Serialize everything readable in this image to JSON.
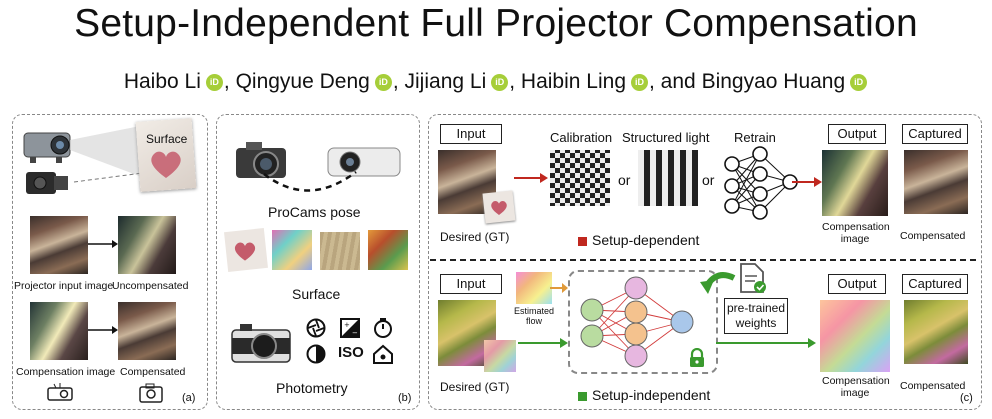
{
  "title": "Setup-Independent Full Projector Compensation",
  "authors": [
    "Haibo Li",
    "Qingyue Deng",
    "Jijiang Li",
    "Haibin Ling",
    "Bingyao Huang"
  ],
  "orcid_label": "iD",
  "author_sep": ",",
  "author_and": ", and",
  "panel_a": {
    "tag": "(a)",
    "surface_label": "Surface",
    "projector_input_label": "Projector input image",
    "uncompensated_label": "Uncompensated",
    "compensation_image_label": "Compensation image",
    "compensated_label": "Compensated"
  },
  "panel_b": {
    "tag": "(b)",
    "procams_pose": "ProCams pose",
    "surface": "Surface",
    "photometry": "Photometry",
    "iso_label": "ISO"
  },
  "panel_c": {
    "tag": "(c)",
    "top": {
      "input": "Input",
      "desired": "Desired (GT)",
      "calibration": "Calibration",
      "structured_light": "Structured light",
      "retrain": "Retrain",
      "or1": "or",
      "or2": "or",
      "output": "Output",
      "captured": "Captured",
      "compensation_image_1": "Compensation",
      "compensation_image_2": "image",
      "compensated": "Compensated",
      "legend": "Setup-dependent"
    },
    "bottom": {
      "input": "Input",
      "desired": "Desired (GT)",
      "estimated_flow_1": "Estimated",
      "estimated_flow_2": "flow",
      "pretrained_1": "pre-trained",
      "pretrained_2": "weights",
      "output": "Output",
      "captured": "Captured",
      "compensation_image_1": "Compensation",
      "compensation_image_2": "image",
      "compensated": "Compensated",
      "legend": "Setup-independent"
    }
  },
  "colors": {
    "red": "#c0281f",
    "green": "#3a9a2e",
    "orcid": "#a6ce39"
  }
}
